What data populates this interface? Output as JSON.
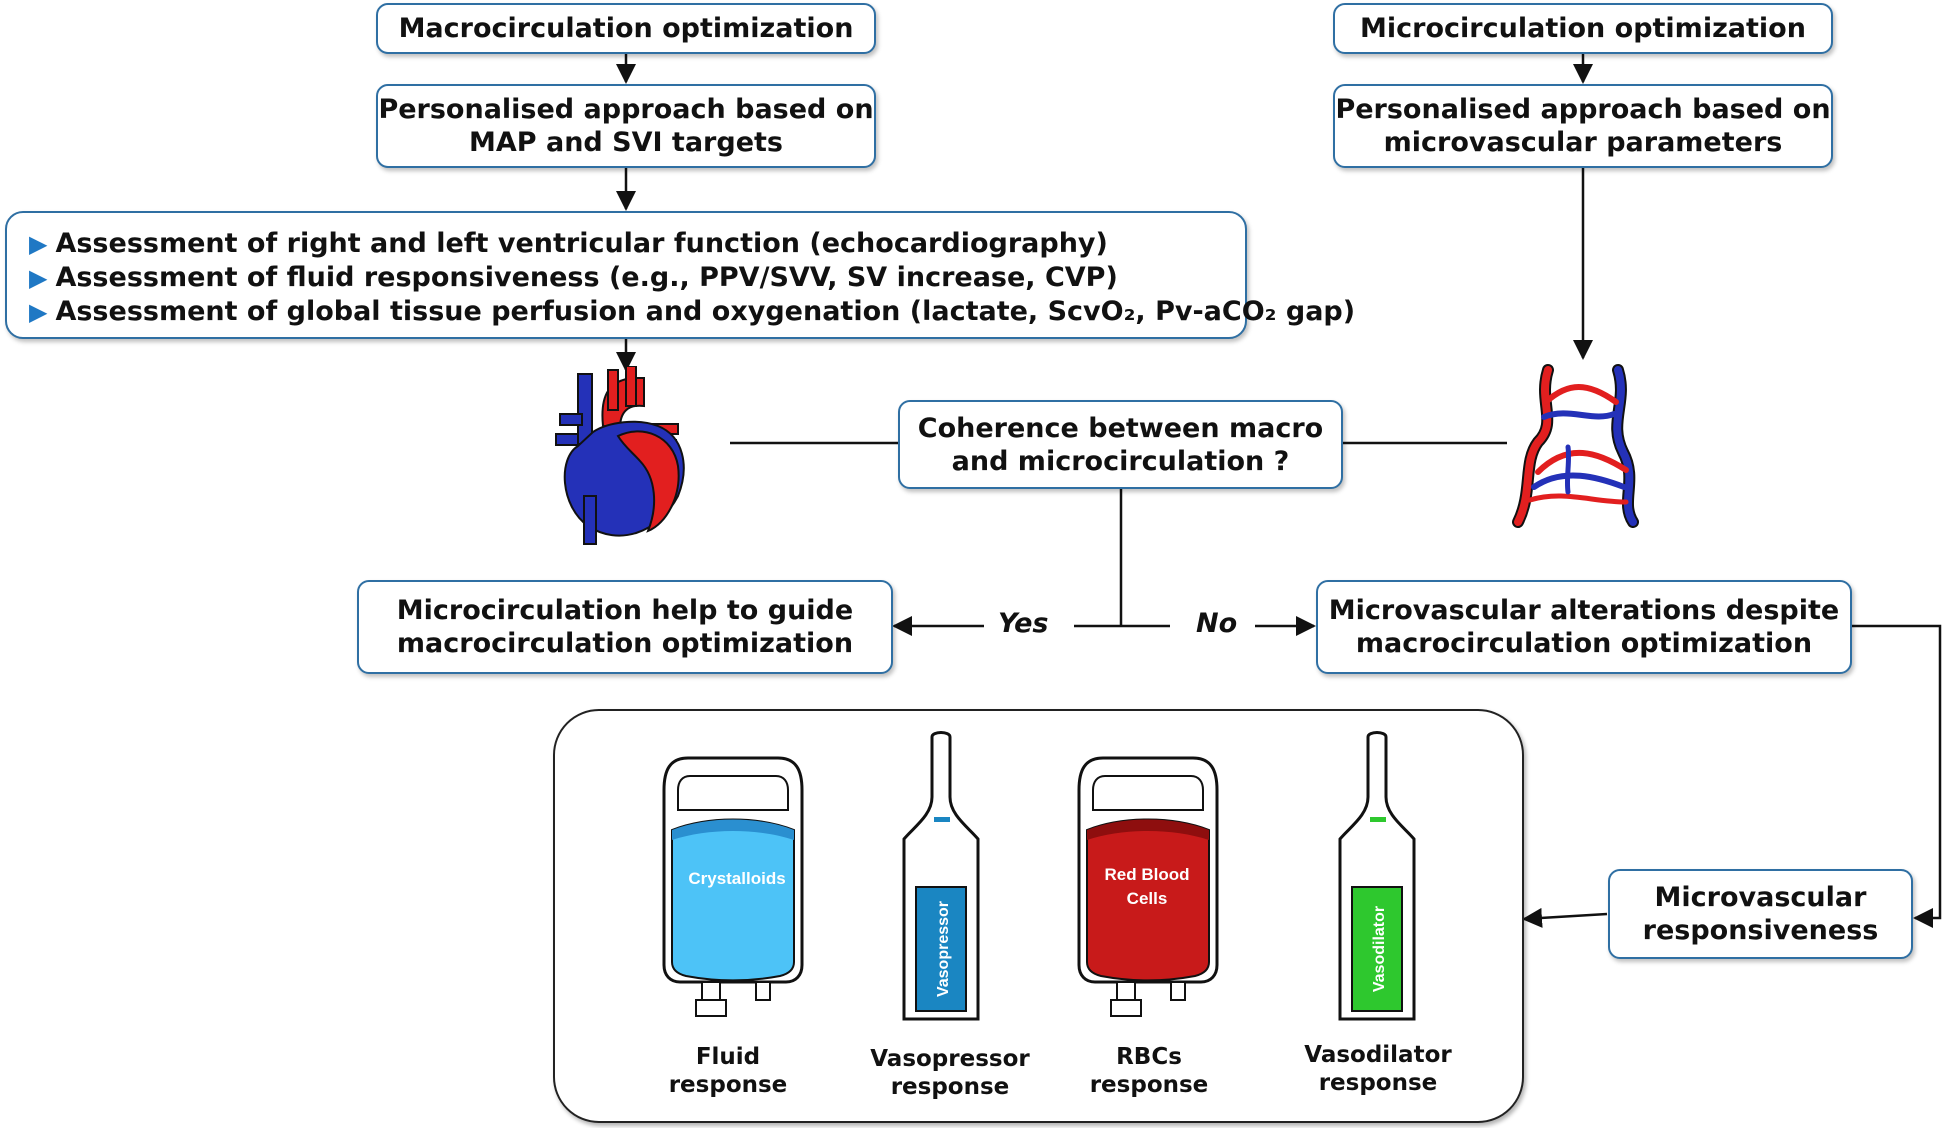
{
  "left_column": {
    "title": "Macrocirculation optimization",
    "approach": [
      "Personalised approach based on",
      "MAP and SVI targets"
    ]
  },
  "right_column": {
    "title": "Microcirculation optimization",
    "approach": [
      "Personalised approach based on",
      "microvascular parameters"
    ]
  },
  "assessments": [
    "Assessment of right and left ventricular function (echocardiography)",
    "Assessment of fluid responsiveness  (e.g., PPV/SVV, SV increase, CVP)",
    "Assessment of global tissue perfusion and oxygenation (lactate, ScvO₂, Pv-aCO₂ gap)"
  ],
  "decision": {
    "question": [
      "Coherence between macro",
      "and microcirculation ?"
    ],
    "yes_label": "Yes",
    "no_label": "No"
  },
  "yes_outcome": [
    "Microcirculation help to guide",
    "macrocirculation optimization"
  ],
  "no_outcome": [
    "Microvascular alterations despite",
    "macrocirculation optimization"
  ],
  "responsiveness": [
    "Microvascular",
    "responsiveness"
  ],
  "treatments": [
    {
      "label": "Crystalloids",
      "caption": [
        "Fluid",
        "response"
      ],
      "color": "#4dc3f7"
    },
    {
      "label": "Vasopressor",
      "caption": [
        "Vasopressor",
        "response"
      ],
      "color": "#1a86c2"
    },
    {
      "label": "Red Blood Cells",
      "caption": [
        "RBCs",
        "response"
      ],
      "color": "#c81a1a"
    },
    {
      "label": "Vasodilator",
      "caption": [
        "Vasodilator",
        "response"
      ],
      "color": "#2ec82e"
    }
  ],
  "icons": {
    "heart": "heart-icon",
    "vessels": "blood-vessels-icon"
  },
  "colors": {
    "box_border": "#2f6fa3",
    "bullet": "#1f78c4",
    "artery_red": "#e21f1f",
    "vein_blue": "#2431b8"
  }
}
